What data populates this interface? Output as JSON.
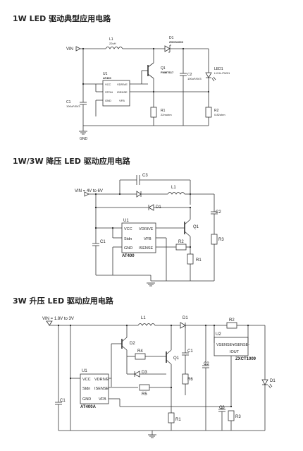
{
  "sections": [
    {
      "title": "1W LED  驱动典型应用电路",
      "labels": {
        "vin": "VIN",
        "gnd": "GND",
        "l1": "L1",
        "l1_val": "22uH",
        "d1": "D1",
        "d1_part": "ZHCS1000",
        "q1": "Q1",
        "q1_part": "FMMT617",
        "u1": "U1",
        "u1_part": "AT400",
        "pin_vcc": "VCC",
        "pin_stdn": "STDN",
        "pin_gnd": "GND",
        "pin_vdrive": "VDRIVE",
        "pin_isense": "ISENSE",
        "pin_vfb": "VFB",
        "c1": "C1",
        "c1_val": "100uF/6V3",
        "c2": "C2",
        "c2_val": "100uF/6V3",
        "r1": "R1",
        "r1_val": "22mohm",
        "r2": "R2",
        "r2_val": "0.82ohm",
        "led1": "LED1",
        "led1_part": "LXHL-PW01"
      }
    },
    {
      "title": "1W/3W  降压 LED 驱动应用电路",
      "labels": {
        "vin": "VIN = 4V to 6V",
        "c3": "C3",
        "l1": "L1",
        "d1": "D1",
        "c2": "C2",
        "u1": "U1",
        "u1_part": "AT400",
        "pin_vcc": "VCC",
        "pin_stdn": "Stdn",
        "pin_gnd": "GND",
        "pin_vdrive": "VDRIVE",
        "pin_vfb": "VFB",
        "pin_isense": "ISENSE",
        "q1": "Q1",
        "r2": "R2",
        "r3": "R3",
        "r1": "R1",
        "c1": "C1"
      }
    },
    {
      "title": "3W  升压 LED 驱动应用电路",
      "labels": {
        "vin": "VIN = 1.8V to 3V",
        "l1": "L1",
        "d1": "D1",
        "d2": "D2",
        "r4": "R4",
        "d3": "D3",
        "q1": "Q1",
        "c1": "C1",
        "r6": "R6",
        "r5": "R5",
        "r1": "R1",
        "c2": "C2",
        "u1": "U1",
        "u1_part": "AT400A",
        "pin_vcc": "VCC",
        "pin_stdn": "Stdn",
        "pin_gnd": "GND",
        "pin_vdrive": "VDRIVE",
        "pin_isense": "ISENSE",
        "pin_vfb": "VFB",
        "c1b": "C1",
        "u2": "U2",
        "u2_part": "ZXCT1009",
        "pin_vsense_p": "VSENSE+",
        "pin_vsense_m": "VSENSE-",
        "pin_iout": "IOUT",
        "r2": "R2",
        "c3": "C3",
        "r3": "R3",
        "led_d1": "D1"
      }
    }
  ]
}
